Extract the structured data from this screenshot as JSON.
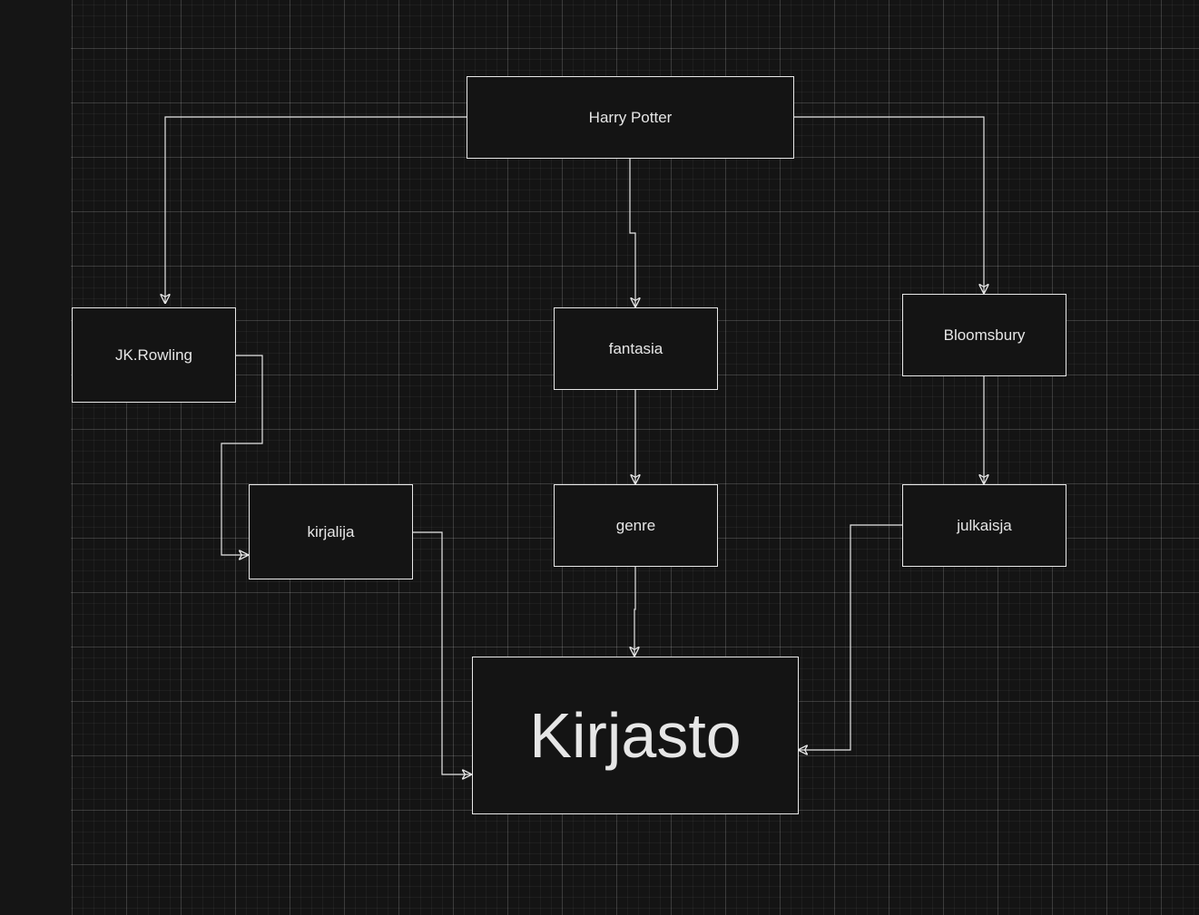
{
  "diagram": {
    "nodes": {
      "harry_potter": "Harry Potter",
      "jk_rowling": "JK.Rowling",
      "fantasia": "fantasia",
      "bloomsbury": "Bloomsbury",
      "kirjalija": "kirjalija",
      "genre": "genre",
      "julkaisja": "julkaisja",
      "kirjasto": "Kirjasto"
    },
    "edges": [
      {
        "from": "Harry Potter",
        "to": "JK.Rowling"
      },
      {
        "from": "Harry Potter",
        "to": "fantasia"
      },
      {
        "from": "Harry Potter",
        "to": "Bloomsbury"
      },
      {
        "from": "JK.Rowling",
        "to": "kirjalija"
      },
      {
        "from": "fantasia",
        "to": "genre"
      },
      {
        "from": "Bloomsbury",
        "to": "julkaisja"
      },
      {
        "from": "kirjalija",
        "to": "Kirjasto"
      },
      {
        "from": "genre",
        "to": "Kirjasto"
      },
      {
        "from": "julkaisja",
        "to": "Kirjasto"
      }
    ],
    "colors": {
      "background": "#141414",
      "grid_major": "#3a3a3a",
      "stroke": "#e6e6e6",
      "text": "#e6e6e6"
    }
  }
}
